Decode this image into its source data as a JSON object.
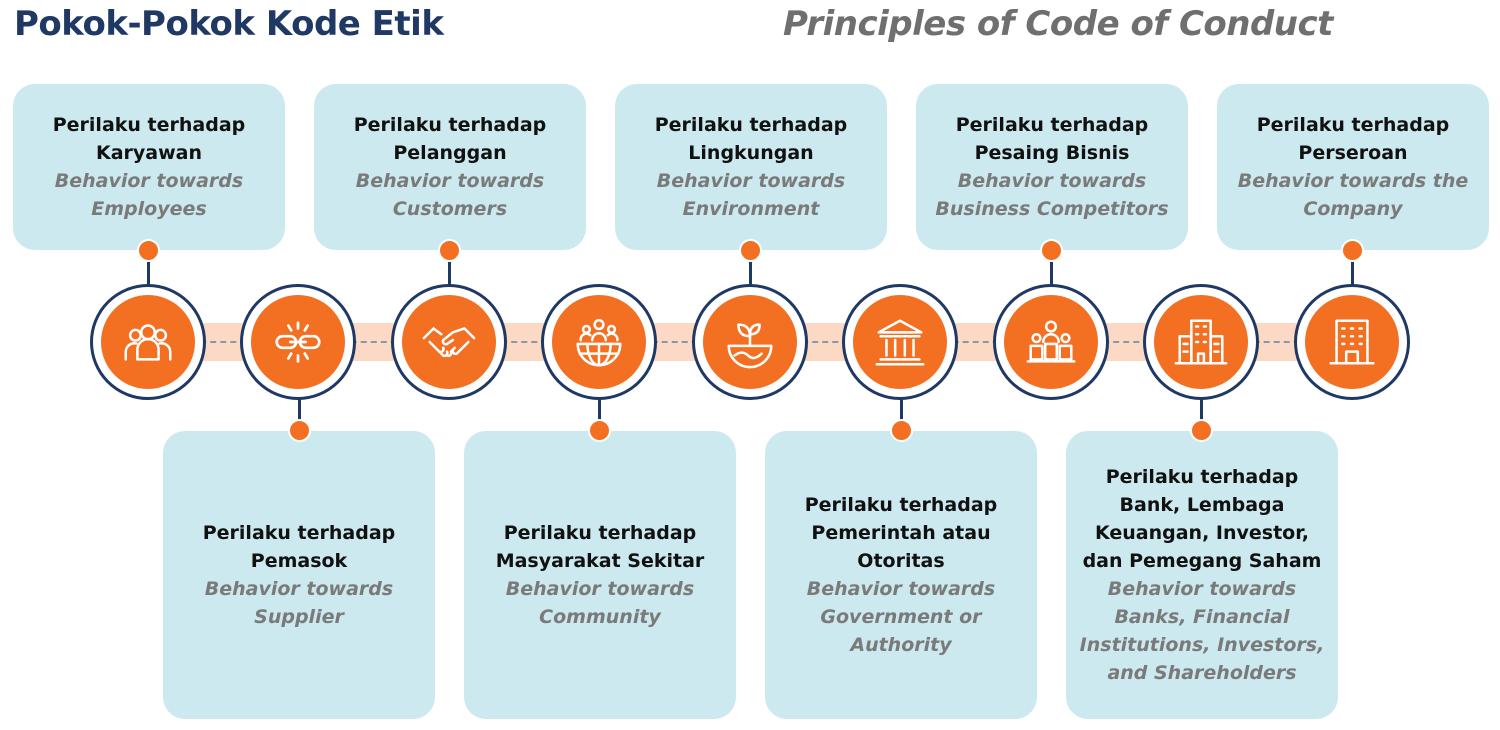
{
  "title_id": "Pokok-Pokok Kode Etik",
  "title_en": "Principles of Code of Conduct",
  "colors": {
    "accent": "#f36f21",
    "navy": "#1f3864",
    "card": "#cbe9ee",
    "band": "#fbd9c4"
  },
  "icons": [
    "employees-icon",
    "supplier-chain-icon",
    "handshake-icon",
    "community-globe-icon",
    "environment-plant-icon",
    "government-building-icon",
    "competitors-icon",
    "bank-building-icon",
    "company-building-icon"
  ],
  "cards": [
    {
      "id_lines": [
        "Perilaku terhadap",
        "Karyawan"
      ],
      "en_lines": [
        "Behavior towards",
        "Employees"
      ]
    },
    {
      "id_lines": [
        "Perilaku terhadap",
        "Pemasok"
      ],
      "en_lines": [
        "Behavior towards",
        "Supplier"
      ]
    },
    {
      "id_lines": [
        "Perilaku terhadap",
        "Pelanggan"
      ],
      "en_lines": [
        "Behavior towards",
        "Customers"
      ]
    },
    {
      "id_lines": [
        "Perilaku terhadap",
        "Masyarakat Sekitar"
      ],
      "en_lines": [
        "Behavior towards",
        "Community"
      ]
    },
    {
      "id_lines": [
        "Perilaku terhadap",
        "Lingkungan"
      ],
      "en_lines": [
        "Behavior towards",
        "Environment"
      ]
    },
    {
      "id_lines": [
        "Perilaku terhadap",
        "Pemerintah atau",
        "Otoritas"
      ],
      "en_lines": [
        "Behavior towards",
        "Government or",
        "Authority"
      ]
    },
    {
      "id_lines": [
        "Perilaku terhadap",
        "Pesaing Bisnis"
      ],
      "en_lines": [
        "Behavior towards",
        "Business Competitors"
      ]
    },
    {
      "id_lines": [
        "Perilaku terhadap",
        "Bank, Lembaga",
        "Keuangan, Investor,",
        "dan Pemegang Saham"
      ],
      "en_lines": [
        "Behavior towards",
        "Banks, Financial",
        "Institutions, Investors,",
        "and Shareholders"
      ]
    },
    {
      "id_lines": [
        "Perilaku terhadap",
        "Perseroan"
      ],
      "en_lines": [
        "Behavior towards the",
        "Company"
      ]
    }
  ]
}
